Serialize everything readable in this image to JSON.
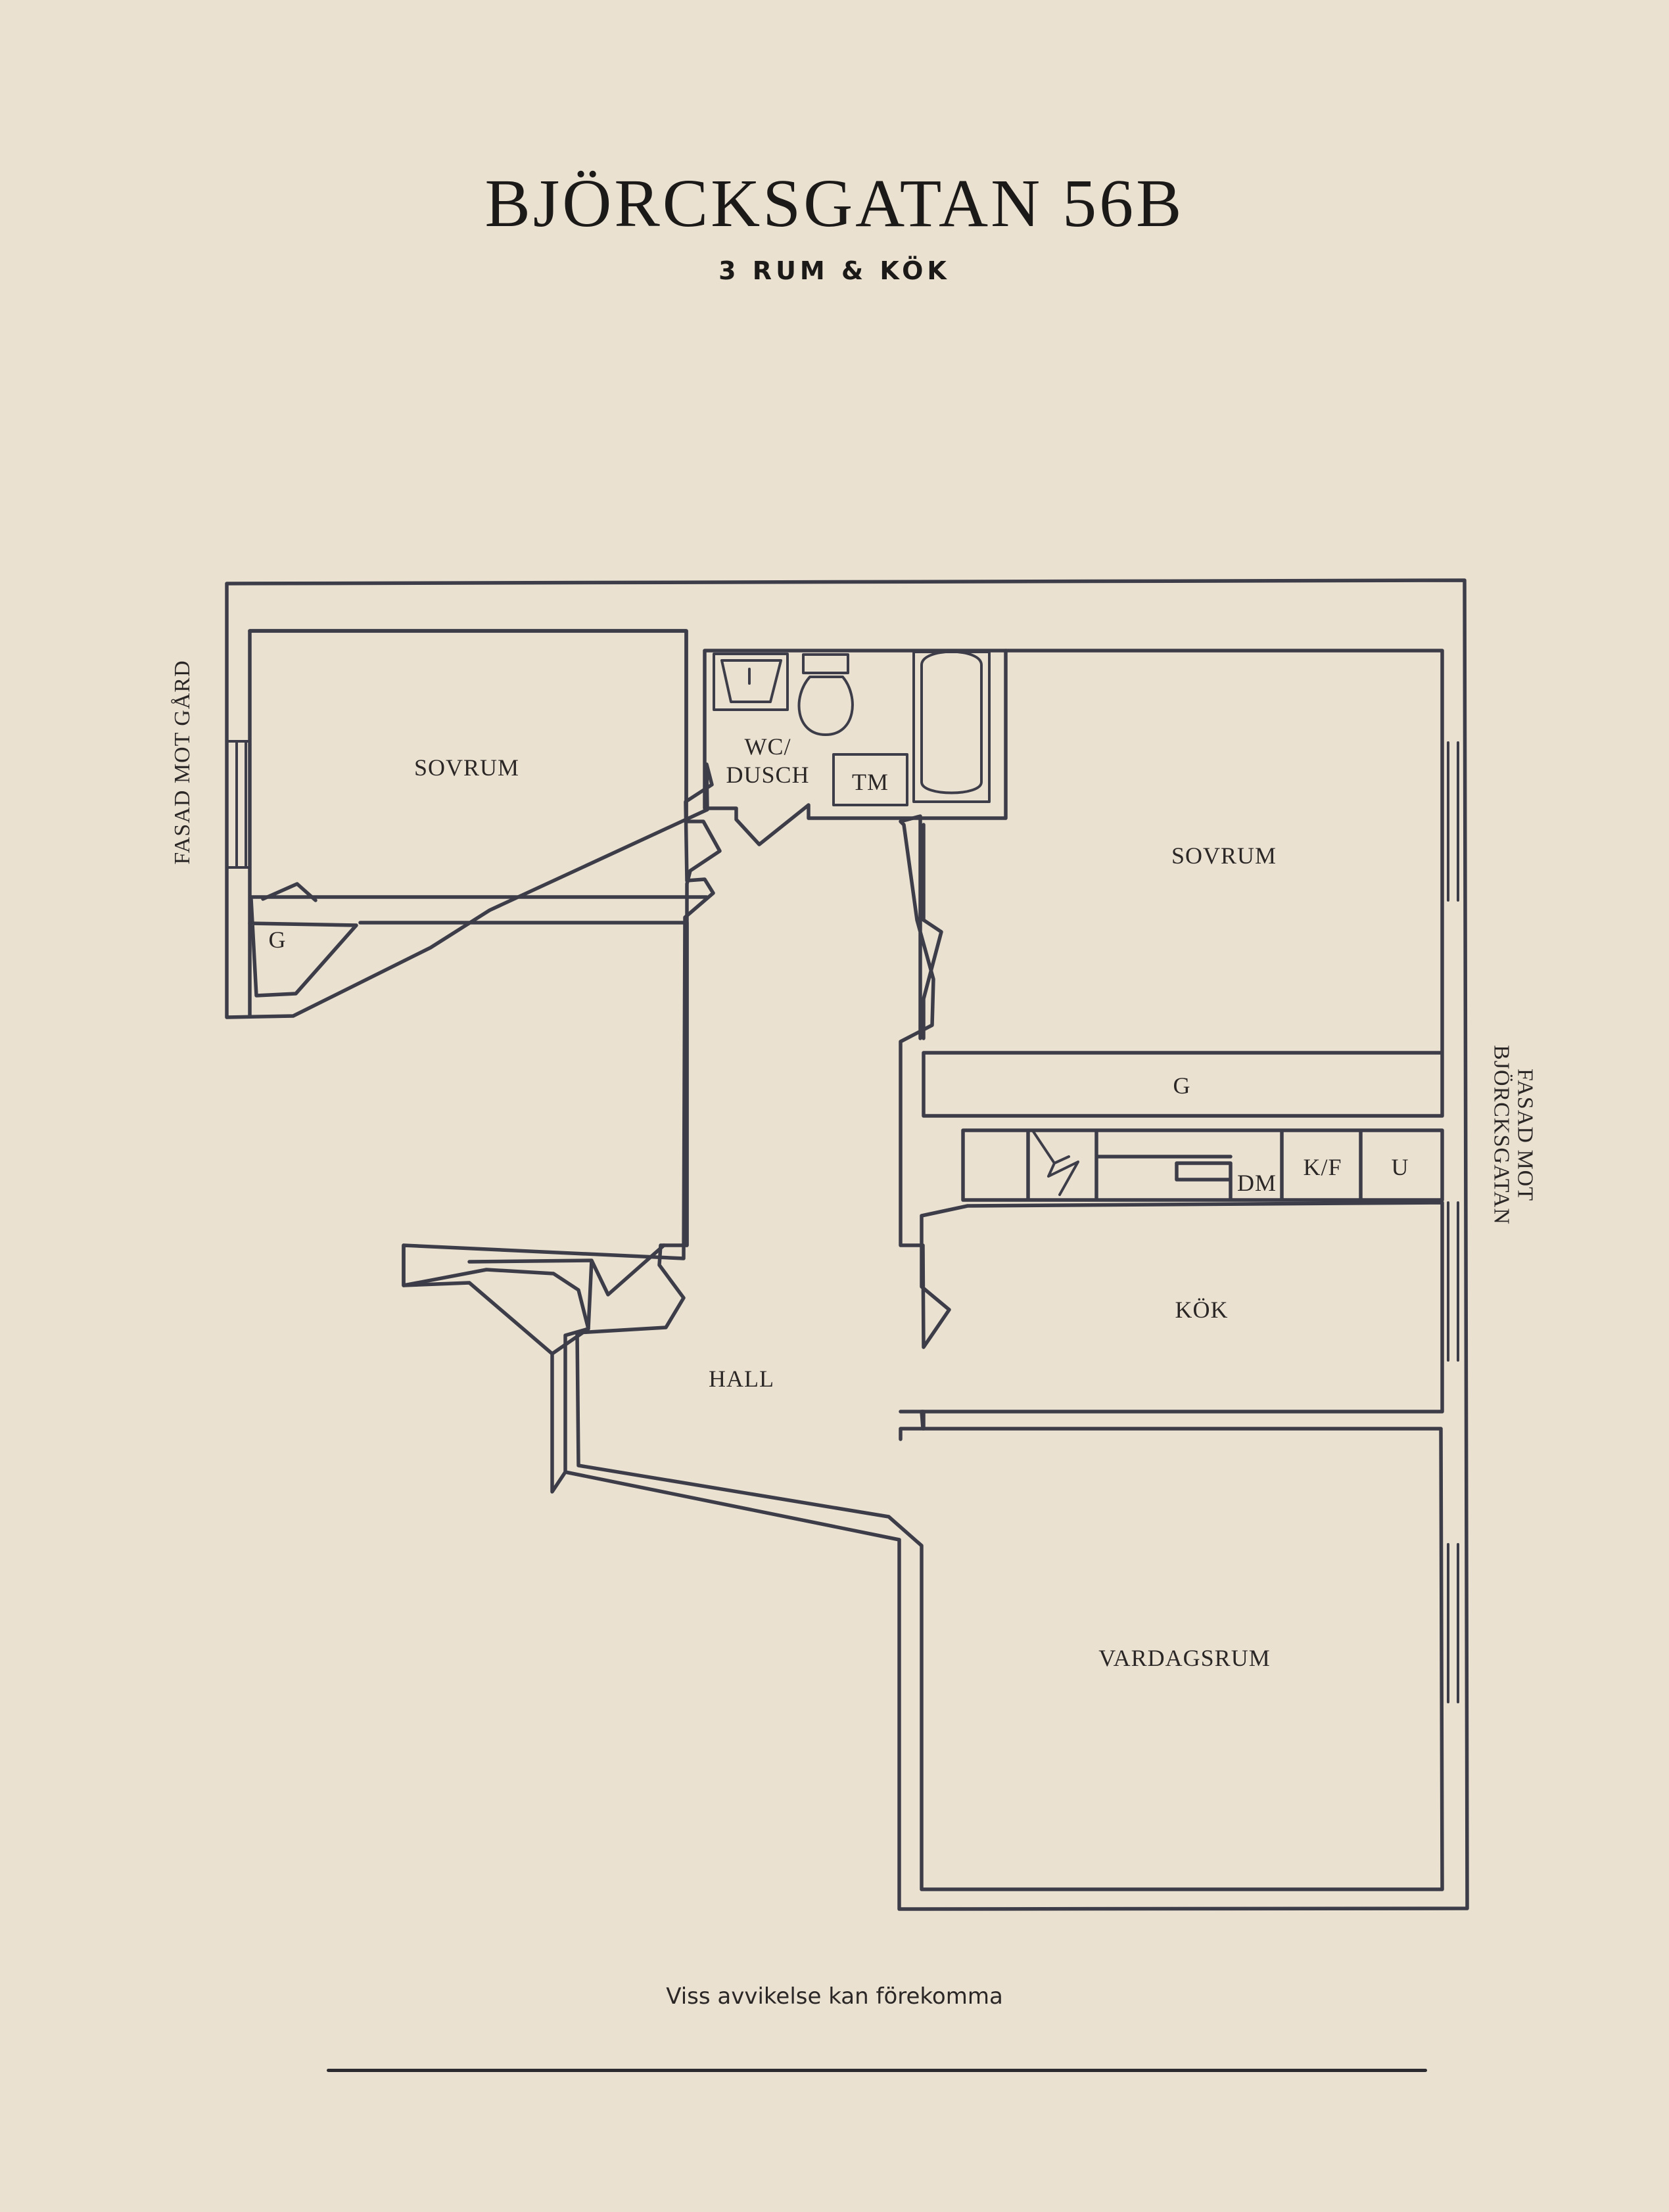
{
  "header": {
    "title": "BJÖRCKSGATAN 56B",
    "subtitle": "3 RUM & KÖK"
  },
  "facades": {
    "left": "FASAD MOT GÅRD",
    "right_line1": "FASAD MOT",
    "right_line2": "BJÖRCKSGATAN"
  },
  "rooms": {
    "sovrum_left": "SOVRUM",
    "wc_line1": "WC/",
    "wc_line2": "DUSCH",
    "tm": "TM",
    "sovrum_right": "SOVRUM",
    "garderob_small": "G",
    "garderob_long": "G",
    "dm": "DM",
    "kf": "K/F",
    "u": "U",
    "kok": "KÖK",
    "hall": "HALL",
    "vardagsrum": "VARDAGSRUM"
  },
  "footer": {
    "disclaimer": "Viss avvikelse kan förekomma"
  },
  "colors": {
    "background": "#ebe1d1",
    "wall": "#3c3d48",
    "text": "#1c1a18"
  }
}
